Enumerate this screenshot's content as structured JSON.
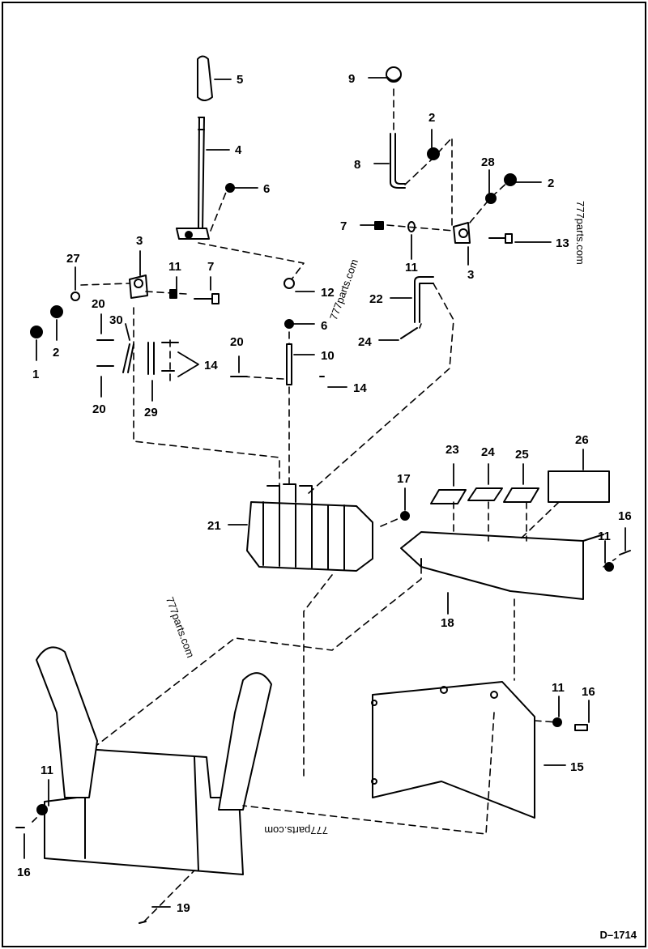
{
  "diagram": {
    "callouts": [
      {
        "id": "5",
        "text": "5"
      },
      {
        "id": "4",
        "text": "4"
      },
      {
        "id": "6a",
        "text": "6"
      },
      {
        "id": "3a",
        "text": "3"
      },
      {
        "id": "27",
        "text": "27"
      },
      {
        "id": "11a",
        "text": "11"
      },
      {
        "id": "7a",
        "text": "7"
      },
      {
        "id": "20a",
        "text": "20"
      },
      {
        "id": "30",
        "text": "30"
      },
      {
        "id": "2a",
        "text": "2"
      },
      {
        "id": "1",
        "text": "1"
      },
      {
        "id": "12",
        "text": "12"
      },
      {
        "id": "6b",
        "text": "6"
      },
      {
        "id": "10",
        "text": "10"
      },
      {
        "id": "20b",
        "text": "20"
      },
      {
        "id": "14a",
        "text": "14"
      },
      {
        "id": "14b",
        "text": "14"
      },
      {
        "id": "20c",
        "text": "20"
      },
      {
        "id": "29",
        "text": "29"
      },
      {
        "id": "9",
        "text": "9"
      },
      {
        "id": "2b",
        "text": "2"
      },
      {
        "id": "8",
        "text": "8"
      },
      {
        "id": "28",
        "text": "28"
      },
      {
        "id": "2c",
        "text": "2"
      },
      {
        "id": "7b",
        "text": "7"
      },
      {
        "id": "13",
        "text": "13"
      },
      {
        "id": "11b",
        "text": "11"
      },
      {
        "id": "3b",
        "text": "3"
      },
      {
        "id": "22",
        "text": "22"
      },
      {
        "id": "24",
        "text": "24"
      },
      {
        "id": "23",
        "text": "23"
      },
      {
        "id": "24b",
        "text": "24"
      },
      {
        "id": "25",
        "text": "25"
      },
      {
        "id": "26",
        "text": "26"
      },
      {
        "id": "17",
        "text": "17"
      },
      {
        "id": "21",
        "text": "21"
      },
      {
        "id": "16a",
        "text": "16"
      },
      {
        "id": "11c",
        "text": "11"
      },
      {
        "id": "18",
        "text": "18"
      },
      {
        "id": "11d",
        "text": "11"
      },
      {
        "id": "16b",
        "text": "16"
      },
      {
        "id": "15",
        "text": "15"
      },
      {
        "id": "11e",
        "text": "11"
      },
      {
        "id": "16c",
        "text": "16"
      },
      {
        "id": "19",
        "text": "19"
      }
    ],
    "watermarks": [
      {
        "id": "wm1",
        "text": "777parts.com"
      },
      {
        "id": "wm2",
        "text": "777parts.com"
      },
      {
        "id": "wm3",
        "text": "777parts.com"
      },
      {
        "id": "wm4",
        "text": "777parts.com"
      }
    ],
    "drawing_code": "D–1714"
  }
}
